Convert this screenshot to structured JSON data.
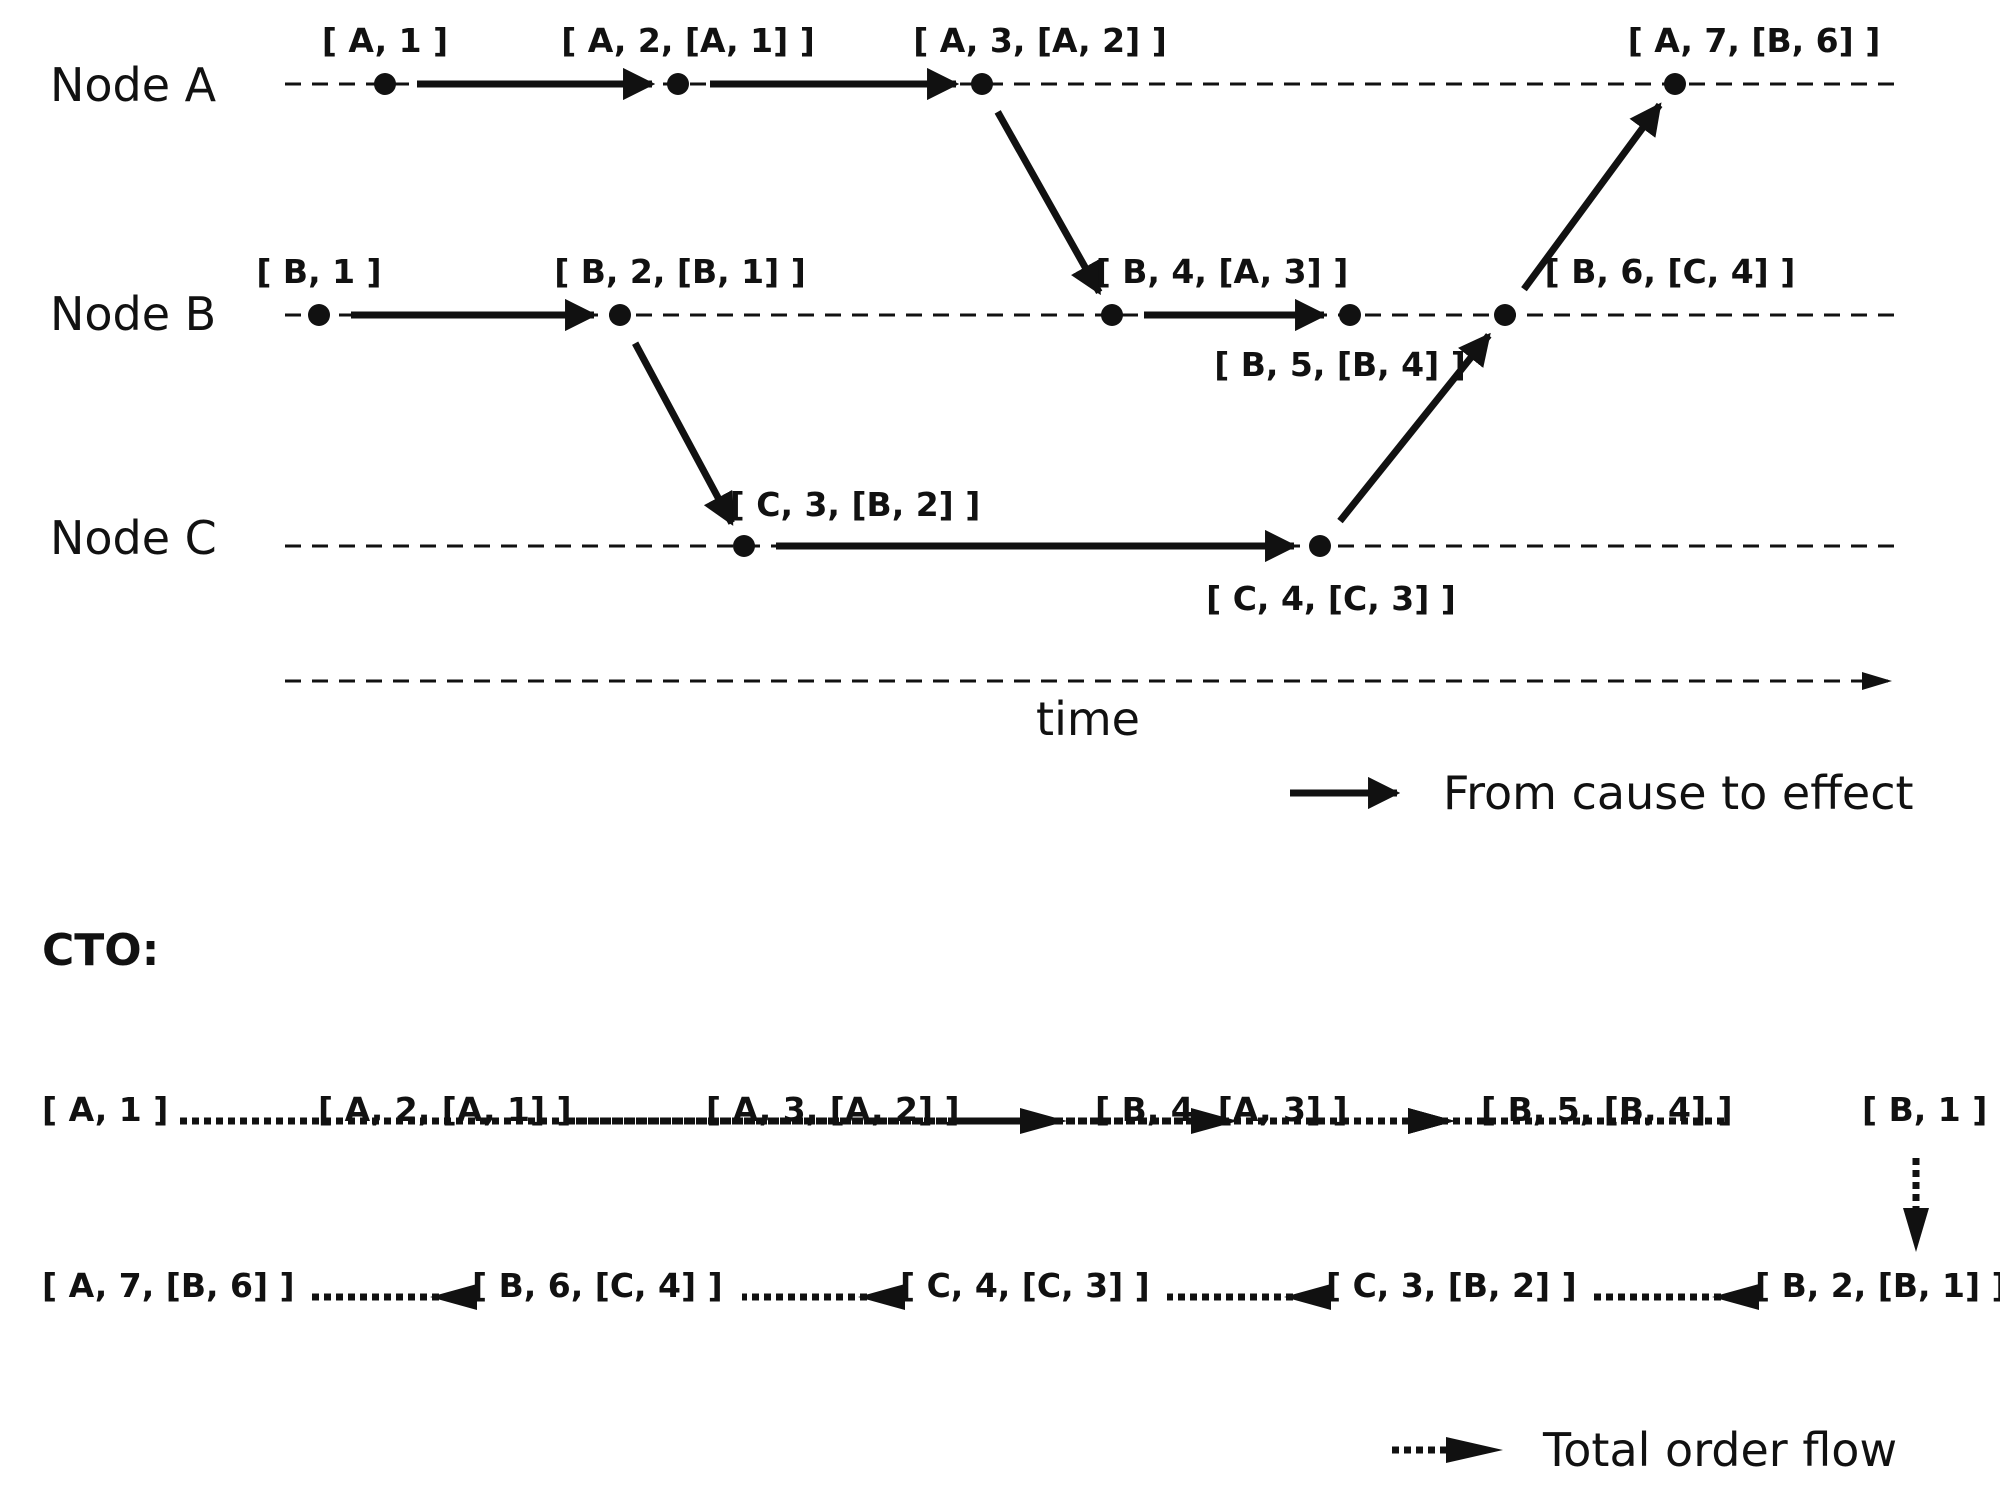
{
  "nodes": [
    {
      "id": "A",
      "label": "Node A"
    },
    {
      "id": "B",
      "label": "Node B"
    },
    {
      "id": "C",
      "label": "Node C"
    }
  ],
  "events": [
    {
      "id": "a1",
      "node": "A",
      "label": "[ A, 1 ]"
    },
    {
      "id": "a2",
      "node": "A",
      "label": "[ A, 2, [A, 1] ]"
    },
    {
      "id": "a3",
      "node": "A",
      "label": "[ A, 3, [A, 2] ]"
    },
    {
      "id": "a7",
      "node": "A",
      "label": "[ A, 7, [B, 6] ]"
    },
    {
      "id": "b1",
      "node": "B",
      "label": "[ B, 1 ]"
    },
    {
      "id": "b2",
      "node": "B",
      "label": "[ B, 2, [B, 1] ]"
    },
    {
      "id": "b4",
      "node": "B",
      "label": "[ B, 4, [A, 3] ]"
    },
    {
      "id": "b5",
      "node": "B",
      "label": "[ B, 5, [B, 4] ]"
    },
    {
      "id": "b6",
      "node": "B",
      "label": "[ B, 6, [C, 4] ]"
    },
    {
      "id": "c3",
      "node": "C",
      "label": "[ C, 3, [B, 2] ]"
    },
    {
      "id": "c4",
      "node": "C",
      "label": "[ C, 4, [C, 3] ]"
    }
  ],
  "causal_edges": [
    {
      "from": "a1",
      "to": "a2"
    },
    {
      "from": "a2",
      "to": "a3"
    },
    {
      "from": "a3",
      "to": "b4"
    },
    {
      "from": "b1",
      "to": "b2"
    },
    {
      "from": "b2",
      "to": "c3"
    },
    {
      "from": "b4",
      "to": "b5"
    },
    {
      "from": "c3",
      "to": "c4"
    },
    {
      "from": "c4",
      "to": "b6"
    },
    {
      "from": "b6",
      "to": "a7"
    }
  ],
  "time_label": "time",
  "legend_causal": "From cause to effect",
  "cto_title": "CTO:",
  "cto_order": [
    "[ A, 1 ]",
    "[ A, 2, [A, 1] ]",
    "[ A, 3, [A, 2] ]",
    "[ B, 4, [A, 3] ]",
    "[ B, 5, [B, 4] ]",
    "[ B, 1 ]",
    "[ B, 2, [B, 1] ]",
    "[ C, 3, [B, 2] ]",
    "[ C, 4, [C, 3] ]",
    "[ B, 6, [C, 4] ]",
    "[ A, 7, [B, 6] ]"
  ],
  "legend_total": "Total order flow"
}
